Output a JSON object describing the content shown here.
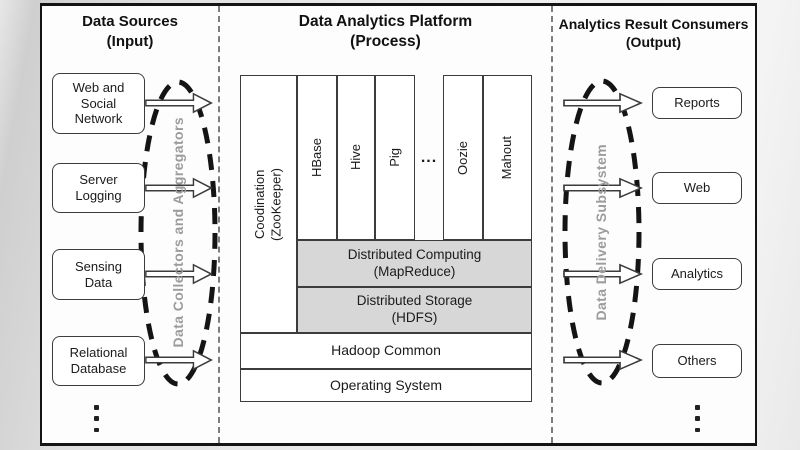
{
  "sources": {
    "title": "Data Sources\n(Input)",
    "items": [
      "Web and\nSocial\nNetwork",
      "Server\nLogging",
      "Sensing\nData",
      "Relational\nDatabase"
    ],
    "connector": "Data Collectors and Aggregators"
  },
  "platform": {
    "title": "Data Analytics Platform\n(Process)",
    "coordination": "Coodination\n(ZooKeeper)",
    "tools": [
      "HBase",
      "Hive",
      "Pig",
      "Oozie",
      "Mahout"
    ],
    "more": "...",
    "layers": [
      "Distributed Computing\n(MapReduce)",
      "Distributed Storage\n(HDFS)",
      "Hadoop Common",
      "Operating System"
    ]
  },
  "consumers": {
    "title": "Analytics Result Consumers\n(Output)",
    "items": [
      "Reports",
      "Web",
      "Analytics",
      "Others"
    ],
    "connector": "Data Delivery Subsystem"
  },
  "colors": {
    "panel-bg": "#fdfdfd",
    "layer-fill": "#d7d7d7",
    "line": "#3c3c3c",
    "connector-text": "#9c9c9c",
    "dash": "#141414",
    "divider": "#7d7d7d",
    "text": "#1b1b1b"
  }
}
